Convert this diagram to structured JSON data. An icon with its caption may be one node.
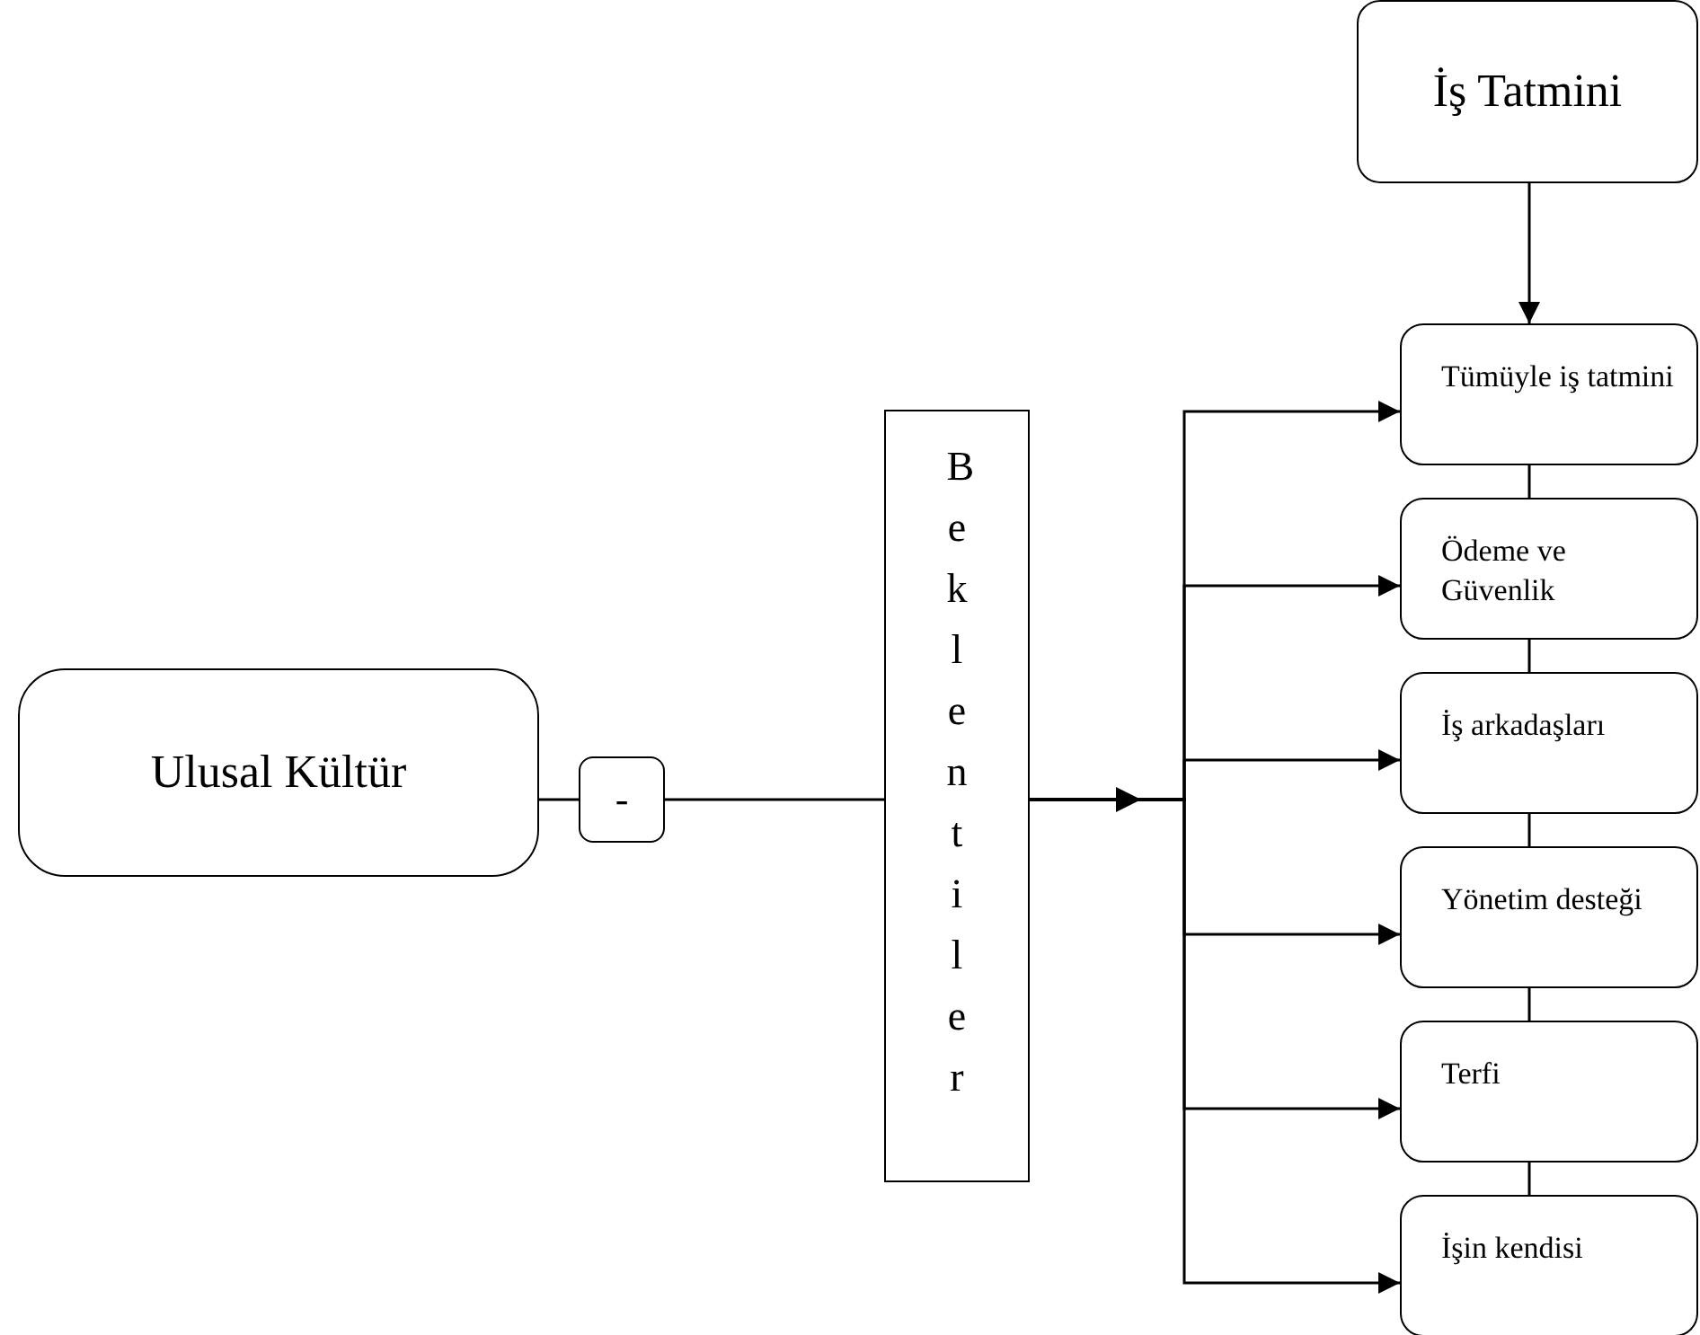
{
  "diagram": {
    "nodes": [
      {
        "text": [
          "İş Tatmini"
        ]
      },
      {
        "text": [
          "Ulusal Kültür"
        ]
      },
      {
        "text": [
          "-"
        ]
      },
      {
        "text": [
          "Beklentiler"
        ]
      },
      {
        "text": [
          "Tümüyle iş tatmini"
        ]
      },
      {
        "text": [
          "Ödeme ve Güvenlik"
        ]
      },
      {
        "text": [
          "İş arkadaşları"
        ]
      },
      {
        "text": [
          "Yönetim desteği"
        ]
      },
      {
        "text": [
          "Terfi"
        ]
      },
      {
        "text": [
          "İşin kendisi"
        ]
      }
    ],
    "edges": [
      {
        "from": 0,
        "to": 4,
        "arrow": "to"
      },
      {
        "from": 1,
        "to": 2,
        "arrow": "none"
      },
      {
        "from": 2,
        "to": 3,
        "arrow": "none"
      },
      {
        "from": 3,
        "to": 4,
        "arrow": "to"
      },
      {
        "from": 3,
        "to": 5,
        "arrow": "to"
      },
      {
        "from": 3,
        "to": 6,
        "arrow": "to"
      },
      {
        "from": 3,
        "to": 7,
        "arrow": "to"
      },
      {
        "from": 3,
        "to": 8,
        "arrow": "to"
      },
      {
        "from": 3,
        "to": 9,
        "arrow": "to"
      },
      {
        "from": 4,
        "to": 5,
        "arrow": "none"
      },
      {
        "from": 5,
        "to": 6,
        "arrow": "none"
      },
      {
        "from": 6,
        "to": 7,
        "arrow": "none"
      },
      {
        "from": 7,
        "to": 8,
        "arrow": "none"
      },
      {
        "from": 8,
        "to": 9,
        "arrow": "none"
      }
    ]
  }
}
